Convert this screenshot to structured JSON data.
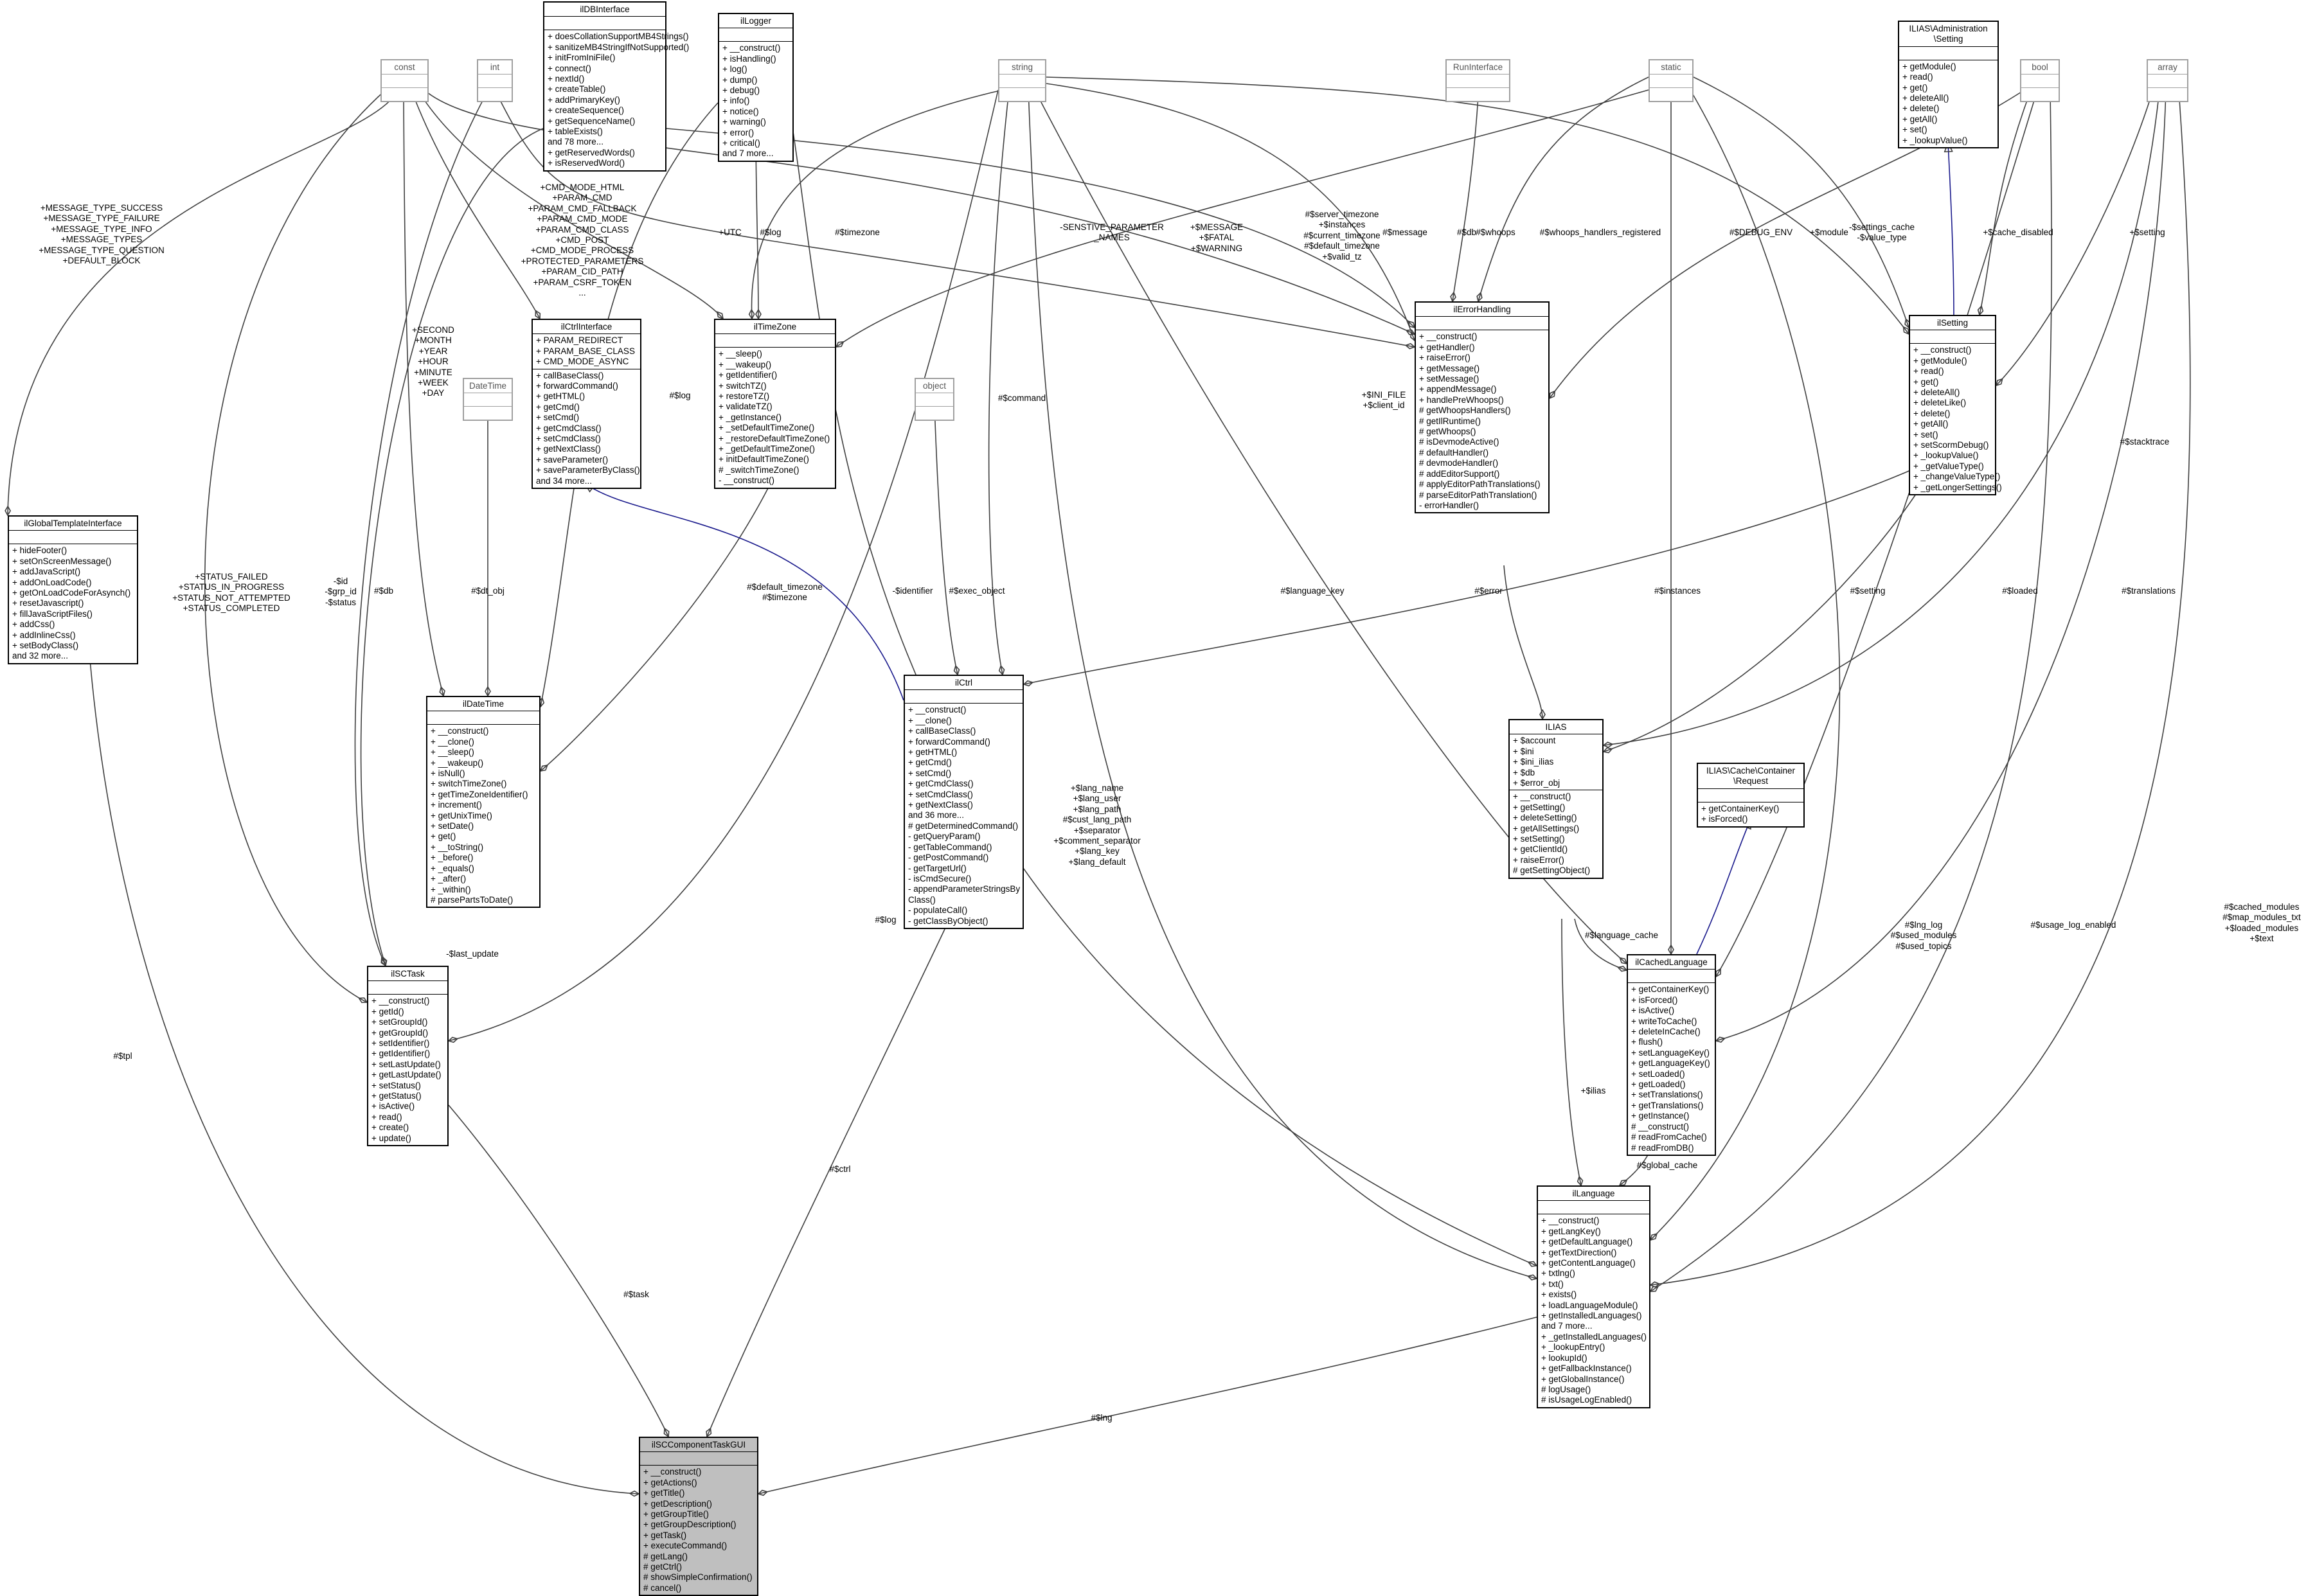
{
  "nodes": {
    "ilDBInterface": {
      "title": [
        "ilDBInterface"
      ],
      "attrs": [],
      "ops": [
        "+ doesCollationSupportMB4Strings()",
        "+ sanitizeMB4StringIfNotSupported()",
        "+ initFromIniFile()",
        "+ connect()",
        "+ nextId()",
        "+ createTable()",
        "+ addPrimaryKey()",
        "+ createSequence()",
        "+ getSequenceName()",
        "+ tableExists()",
        "and 78 more...",
        "+ getReservedWords()",
        "+ isReservedWord()"
      ]
    },
    "ilLogger": {
      "title": [
        "ilLogger"
      ],
      "attrs": [],
      "ops": [
        "+ __construct()",
        "+ isHandling()",
        "+ log()",
        "+ dump()",
        "+ debug()",
        "+ info()",
        "+ notice()",
        "+ warning()",
        "+ error()",
        "+ critical()",
        "and 7 more..."
      ]
    },
    "const": {
      "title": [
        "const"
      ],
      "attrs": [],
      "ops": []
    },
    "int": {
      "title": [
        "int"
      ],
      "attrs": [],
      "ops": []
    },
    "string": {
      "title": [
        "string"
      ],
      "attrs": [],
      "ops": []
    },
    "RunInterface": {
      "title": [
        "RunInterface"
      ],
      "attrs": [],
      "ops": []
    },
    "static": {
      "title": [
        "static"
      ],
      "attrs": [],
      "ops": []
    },
    "AdminSetting": {
      "title": [
        "ILIAS\\Administration",
        "\\Setting"
      ],
      "attrs": [],
      "ops": [
        "+ getModule()",
        "+ read()",
        "+ get()",
        "+ deleteAll()",
        "+ delete()",
        "+ getAll()",
        "+ set()",
        "+ _lookupValue()"
      ]
    },
    "bool": {
      "title": [
        "bool"
      ],
      "attrs": [],
      "ops": []
    },
    "array": {
      "title": [
        "array"
      ],
      "attrs": [],
      "ops": []
    },
    "ilGlobalTemplateInterface": {
      "title": [
        "ilGlobalTemplateInterface"
      ],
      "attrs": [],
      "ops": [
        "+ hideFooter()",
        "+ setOnScreenMessage()",
        "+ addJavaScript()",
        "+ addOnLoadCode()",
        "+ getOnLoadCodeForAsynch()",
        "+ resetJavascript()",
        "+ fillJavaScriptFiles()",
        "+ addCss()",
        "+ addInlineCss()",
        "+ setBodyClass()",
        "and 32 more..."
      ]
    },
    "ilCtrlInterface": {
      "title": [
        "ilCtrlInterface"
      ],
      "attrs": [
        "+ PARAM_REDIRECT",
        "+ PARAM_BASE_CLASS",
        "+ CMD_MODE_ASYNC"
      ],
      "ops": [
        "+ callBaseClass()",
        "+ forwardCommand()",
        "+ getHTML()",
        "+ getCmd()",
        "+ setCmd()",
        "+ getCmdClass()",
        "+ setCmdClass()",
        "+ getNextClass()",
        "+ saveParameter()",
        "+ saveParameterByClass()",
        "and 34 more..."
      ]
    },
    "ilTimeZone": {
      "title": [
        "ilTimeZone"
      ],
      "attrs": [],
      "ops": [
        "+ __sleep()",
        "+ __wakeup()",
        "+ getIdentifier()",
        "+ switchTZ()",
        "+ restoreTZ()",
        "+ validateTZ()",
        "+ _getInstance()",
        "+ _setDefaultTimeZone()",
        "+ _restoreDefaultTimeZone()",
        "+ _getDefaultTimeZone()",
        "+ initDefaultTimeZone()",
        "# _switchTimeZone()",
        "- __construct()"
      ]
    },
    "ilErrorHandling": {
      "title": [
        "ilErrorHandling"
      ],
      "attrs": [],
      "ops": [
        "+ __construct()",
        "+ getHandler()",
        "+ raiseError()",
        "+ getMessage()",
        "+ setMessage()",
        "+ appendMessage()",
        "+ handlePreWhoops()",
        "# getWhoopsHandlers()",
        "# getIlRuntime()",
        "# getWhoops()",
        "# isDevmodeActive()",
        "# defaultHandler()",
        "# devmodeHandler()",
        "# addEditorSupport()",
        "# applyEditorPathTranslations()",
        "# parseEditorPathTranslation()",
        "- errorHandler()"
      ]
    },
    "ilSetting": {
      "title": [
        "ilSetting"
      ],
      "attrs": [],
      "ops": [
        "+ __construct()",
        "+ getModule()",
        "+ read()",
        "+ get()",
        "+ deleteAll()",
        "+ deleteLike()",
        "+ delete()",
        "+ getAll()",
        "+ set()",
        "+ setScormDebug()",
        "+ _lookupValue()",
        "+ _getValueType()",
        "+ _changeValueType()",
        "+ _getLongerSettings()"
      ]
    },
    "DateTime": {
      "title": [
        "DateTime"
      ],
      "attrs": [],
      "ops": []
    },
    "object": {
      "title": [
        "object"
      ],
      "attrs": [],
      "ops": []
    },
    "ilDateTime": {
      "title": [
        "ilDateTime"
      ],
      "attrs": [],
      "ops": [
        "+ __construct()",
        "+ __clone()",
        "+ __sleep()",
        "+ __wakeup()",
        "+ isNull()",
        "+ switchTimeZone()",
        "+ getTimeZoneIdentifier()",
        "+ increment()",
        "+ getUnixTime()",
        "+ setDate()",
        "+ get()",
        "+ __toString()",
        "+ _before()",
        "+ _equals()",
        "+ _after()",
        "+ _within()",
        "# parsePartsToDate()"
      ]
    },
    "ilCtrl": {
      "title": [
        "ilCtrl"
      ],
      "attrs": [],
      "ops": [
        "+ __construct()",
        "+ __clone()",
        "+ callBaseClass()",
        "+ forwardCommand()",
        "+ getHTML()",
        "+ getCmd()",
        "+ setCmd()",
        "+ getCmdClass()",
        "+ setCmdClass()",
        "+ getNextClass()",
        "and 36 more...",
        "# getDeterminedCommand()",
        "- getQueryParam()",
        "- getTableCommand()",
        "- getPostCommand()",
        "- getTargetUrl()",
        "- isCmdSecure()",
        "- appendParameterStringsBy",
        "  Class()",
        "- populateCall()",
        "- getClassByObject()"
      ]
    },
    "ILIAS": {
      "title": [
        "ILIAS"
      ],
      "attrs": [
        "+ $account",
        "+ $ini",
        "+ $ini_ilias",
        "+ $db",
        "+ $error_obj"
      ],
      "ops": [
        "+ __construct()",
        "+ getSetting()",
        "+ deleteSetting()",
        "+ getAllSettings()",
        "+ setSetting()",
        "+ getClientId()",
        "+ raiseError()",
        "# getSettingObject()"
      ]
    },
    "CacheRequest": {
      "title": [
        "ILIAS\\Cache\\Container",
        "\\Request"
      ],
      "attrs": [],
      "ops": [
        "+ getContainerKey()",
        "+ isForced()"
      ]
    },
    "ilSCTask": {
      "title": [
        "ilSCTask"
      ],
      "attrs": [],
      "ops": [
        "+ __construct()",
        "+ getId()",
        "+ setGroupId()",
        "+ getGroupId()",
        "+ setIdentifier()",
        "+ getIdentifier()",
        "+ setLastUpdate()",
        "+ getLastUpdate()",
        "+ setStatus()",
        "+ getStatus()",
        "+ isActive()",
        "+ read()",
        "+ create()",
        "+ update()"
      ]
    },
    "ilCachedLanguage": {
      "title": [
        "ilCachedLanguage"
      ],
      "attrs": [],
      "ops": [
        "+ getContainerKey()",
        "+ isForced()",
        "+ isActive()",
        "+ writeToCache()",
        "+ deleteInCache()",
        "+ flush()",
        "+ setLanguageKey()",
        "+ getLanguageKey()",
        "+ setLoaded()",
        "+ getLoaded()",
        "+ setTranslations()",
        "+ getTranslations()",
        "+ getInstance()",
        "# __construct()",
        "# readFromCache()",
        "# readFromDB()"
      ]
    },
    "ilLanguage": {
      "title": [
        "ilLanguage"
      ],
      "attrs": [],
      "ops": [
        "+ __construct()",
        "+ getLangKey()",
        "+ getDefaultLanguage()",
        "+ getTextDirection()",
        "+ getContentLanguage()",
        "+ txtlng()",
        "+ txt()",
        "+ exists()",
        "+ loadLanguageModule()",
        "+ getInstalledLanguages()",
        "and 7 more...",
        "+ _getInstalledLanguages()",
        "+ _lookupEntry()",
        "+ lookupId()",
        "+ getFallbackInstance()",
        "+ getGlobalInstance()",
        "# logUsage()",
        "# isUsageLogEnabled()"
      ]
    },
    "ilSCComponentTaskGUI": {
      "title": [
        "ilSCComponentTaskGUI"
      ],
      "attrs": [],
      "ops": [
        "+ __construct()",
        "+ getActions()",
        "+ getTitle()",
        "+ getDescription()",
        "+ getGroupTitle()",
        "+ getGroupDescription()",
        "+ getTask()",
        "+ executeCommand()",
        "# getLang()",
        "# getCtrl()",
        "# showSimpleConfirmation()",
        "# cancel()"
      ]
    }
  },
  "edge_labels": {
    "message_types": [
      "+MESSAGE_TYPE_SUCCESS",
      "+MESSAGE_TYPE_FAILURE",
      "+MESSAGE_TYPE_INFO",
      "+MESSAGE_TYPES",
      "+MESSAGE_TYPE_QUESTION",
      "+DEFAULT_BLOCK"
    ],
    "cmd_modes": [
      "+CMD_MODE_HTML",
      "+PARAM_CMD",
      "+PARAM_CMD_FALLBACK",
      "+PARAM_CMD_MODE",
      "+PARAM_CMD_CLASS",
      "+CMD_POST",
      "+CMD_MODE_PROCESS",
      "+PROTECTED_PARAMETERS",
      "+PARAM_CID_PATH",
      "+PARAM_CSRF_TOKEN",
      "..."
    ],
    "utc": [
      "+UTC"
    ],
    "tz_log": [
      "#$log"
    ],
    "tz_timezone": [
      "#$timezone"
    ],
    "sensitive": [
      "-SENSTIVE_PARAMETER",
      "_NAMES"
    ],
    "eh_messages": [
      "+$MESSAGE",
      "+$FATAL",
      "+$WARNING"
    ],
    "statics": [
      "#$server_timezone",
      "+$instances",
      "#$current_timezone",
      "#$default_timezone",
      "+$valid_tz"
    ],
    "eh_message": [
      "#$message"
    ],
    "eh_db": [
      "#$db"
    ],
    "eh_whoops": [
      "#$whoops"
    ],
    "eh_whoops_reg": [
      "#$whoops_handlers_registered"
    ],
    "debug_env": [
      "#$DEBUG_ENV"
    ],
    "module": [
      "+$module"
    ],
    "settings_cache": [
      "-$settings_cache",
      "-$value_type"
    ],
    "cache_disabled": [
      "+$cache_disabled"
    ],
    "setting_plus": [
      "+$setting"
    ],
    "datetime_units": [
      "+SECOND",
      "+MONTH",
      "+YEAR",
      "+HOUR",
      "+MINUTE",
      "+WEEK",
      "+DAY"
    ],
    "dt_log": [
      "#$log"
    ],
    "command": [
      "#$command"
    ],
    "ini_file": [
      "+$INI_FILE",
      "+$client_id"
    ],
    "stacktrace": [
      "#$stacktrace"
    ],
    "status": [
      "+STATUS_FAILED",
      "+STATUS_IN_PROGRESS",
      "+STATUS_NOT_ATTEMPTED",
      "+STATUS_COMPLETED"
    ],
    "id_grp": [
      "-$id",
      "-$grp_id",
      "-$status"
    ],
    "sct_db": [
      "#$db"
    ],
    "dt_obj": [
      "#$dt_obj"
    ],
    "default_tz": [
      "#$default_timezone",
      "#$timezone"
    ],
    "identifier": [
      "-$identifier"
    ],
    "exec_object": [
      "#$exec_object"
    ],
    "language_key": [
      "#$language_key"
    ],
    "instances": [
      "#$instances"
    ],
    "setting_hash": [
      "#$setting"
    ],
    "loaded": [
      "#$loaded"
    ],
    "translations": [
      "#$translations"
    ],
    "error": [
      "#$error"
    ],
    "last_update": [
      "-$last_update"
    ],
    "lang_vars": [
      "+$lang_name",
      "+$lang_user",
      "+$lang_path",
      "#$cust_lang_path",
      "+$separator",
      "+$comment_separator",
      "+$lang_key",
      "+$lang_default"
    ],
    "lang_log": [
      "#$log"
    ],
    "lng_log": [
      "#$lng_log",
      "#$used_modules",
      "#$used_topics"
    ],
    "usage_log": [
      "#$usage_log_enabled"
    ],
    "cached_modules": [
      "#$cached_modules",
      "#$map_modules_txt",
      "+$loaded_modules",
      "+$text"
    ],
    "language_cache": [
      "#$language_cache"
    ],
    "ilias": [
      "+$ilias"
    ],
    "global_cache": [
      "#$global_cache"
    ],
    "tpl": [
      "#$tpl"
    ],
    "task": [
      "#$task"
    ],
    "ctrl": [
      "#$ctrl"
    ],
    "lng": [
      "#$lng"
    ]
  }
}
